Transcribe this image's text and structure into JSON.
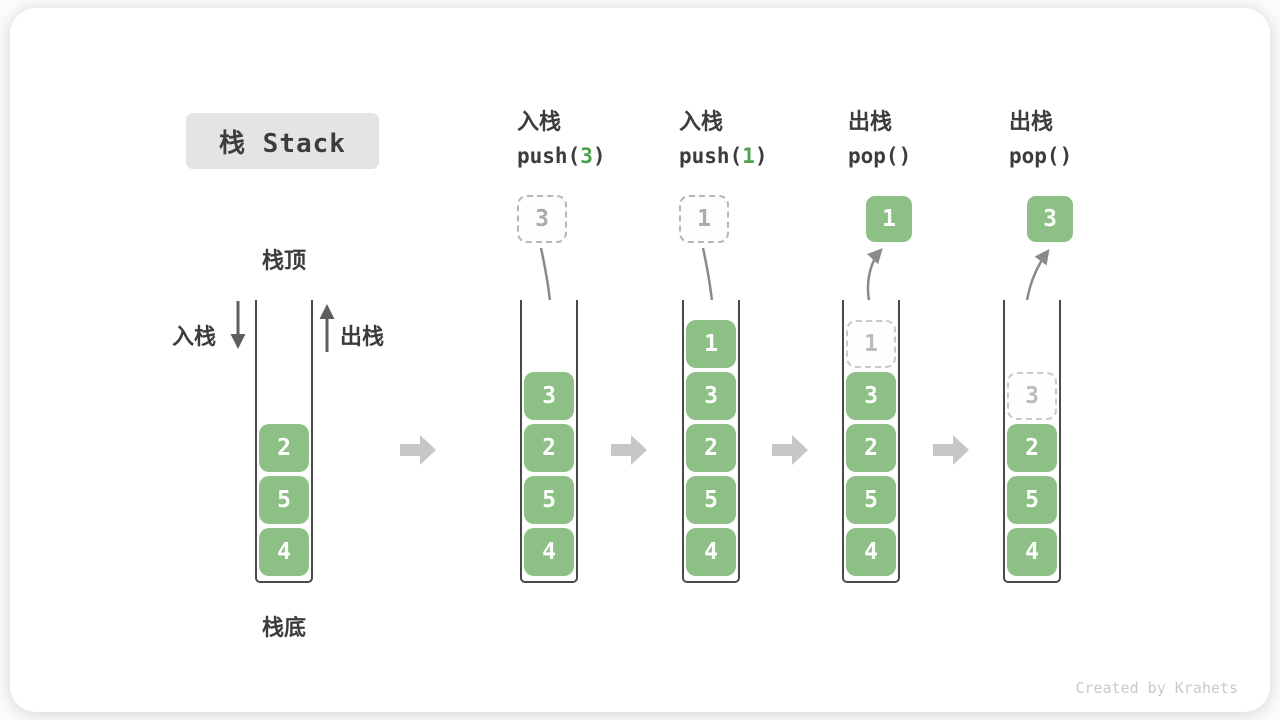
{
  "title": "栈 Stack",
  "labels": {
    "stack_top": "栈顶",
    "stack_bottom": "栈底",
    "push": "入栈",
    "pop": "出栈"
  },
  "watermark": "Created by Krahets",
  "colors": {
    "item_green": "#8CC084",
    "code_arg_green": "#50A050",
    "text_dark": "#3C3C3C",
    "title_bg": "#E4E4E4",
    "motion_arrow_gray": "#8A8A8A",
    "transition_arrow_gray": "#C6C6C6",
    "watermark_gray": "#C9C9C9"
  },
  "stages": [
    {
      "name": "initial",
      "items": [
        {
          "v": "2"
        },
        {
          "v": "5"
        },
        {
          "v": "4"
        }
      ]
    },
    {
      "name": "push-3",
      "op": "入栈",
      "code": {
        "pre": "push(",
        "arg": "3",
        "post": ")"
      },
      "floating": {
        "v": "3",
        "kind": "dashed"
      },
      "items": [
        {
          "v": "3"
        },
        {
          "v": "2"
        },
        {
          "v": "5"
        },
        {
          "v": "4"
        }
      ]
    },
    {
      "name": "push-1",
      "op": "入栈",
      "code": {
        "pre": "push(",
        "arg": "1",
        "post": ")"
      },
      "floating": {
        "v": "1",
        "kind": "dashed"
      },
      "items": [
        {
          "v": "1"
        },
        {
          "v": "3"
        },
        {
          "v": "2"
        },
        {
          "v": "5"
        },
        {
          "v": "4"
        }
      ]
    },
    {
      "name": "pop-1",
      "op": "出栈",
      "code": {
        "pre": "pop(",
        "arg": "",
        "post": ")"
      },
      "floating": {
        "v": "1",
        "kind": "solid"
      },
      "items": [
        {
          "v": "1",
          "ghost": true
        },
        {
          "v": "3"
        },
        {
          "v": "2"
        },
        {
          "v": "5"
        },
        {
          "v": "4"
        }
      ]
    },
    {
      "name": "pop-3",
      "op": "出栈",
      "code": {
        "pre": "pop(",
        "arg": "",
        "post": ")"
      },
      "floating": {
        "v": "3",
        "kind": "solid"
      },
      "items": [
        {
          "v": "3",
          "ghost": true
        },
        {
          "v": "2"
        },
        {
          "v": "5"
        },
        {
          "v": "4"
        }
      ]
    }
  ]
}
